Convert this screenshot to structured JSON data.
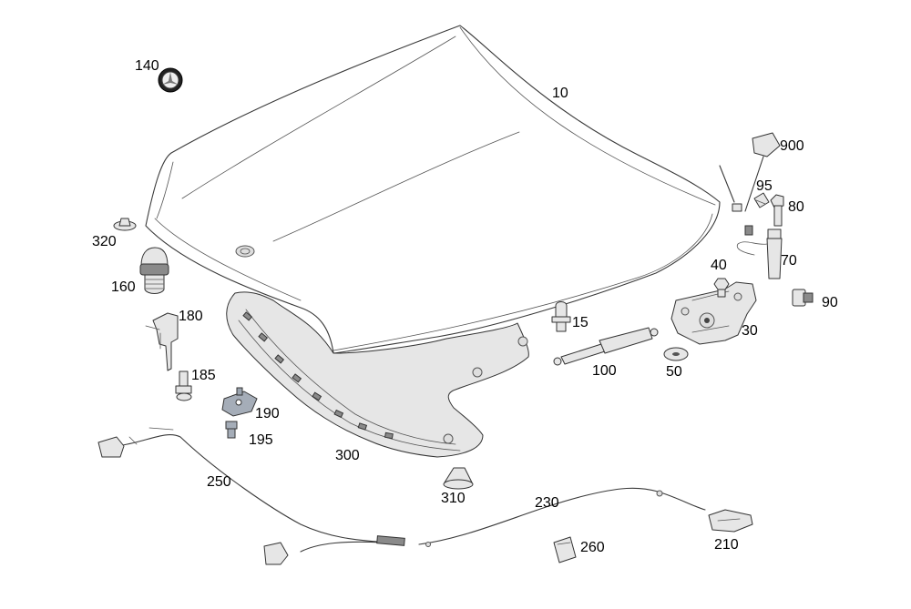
{
  "diagram": {
    "callouts": [
      {
        "id": "p10",
        "label": "10"
      },
      {
        "id": "p15",
        "label": "15"
      },
      {
        "id": "p30",
        "label": "30"
      },
      {
        "id": "p40",
        "label": "40"
      },
      {
        "id": "p50",
        "label": "50"
      },
      {
        "id": "p70",
        "label": "70"
      },
      {
        "id": "p80",
        "label": "80"
      },
      {
        "id": "p90",
        "label": "90"
      },
      {
        "id": "p95",
        "label": "95"
      },
      {
        "id": "p100",
        "label": "100"
      },
      {
        "id": "p140",
        "label": "140"
      },
      {
        "id": "p160",
        "label": "160"
      },
      {
        "id": "p180",
        "label": "180"
      },
      {
        "id": "p185",
        "label": "185"
      },
      {
        "id": "p190",
        "label": "190"
      },
      {
        "id": "p195",
        "label": "195"
      },
      {
        "id": "p210",
        "label": "210"
      },
      {
        "id": "p230",
        "label": "230"
      },
      {
        "id": "p250",
        "label": "250"
      },
      {
        "id": "p260",
        "label": "260"
      },
      {
        "id": "p300",
        "label": "300"
      },
      {
        "id": "p310",
        "label": "310"
      },
      {
        "id": "p320",
        "label": "320"
      },
      {
        "id": "p900",
        "label": "900"
      }
    ]
  }
}
